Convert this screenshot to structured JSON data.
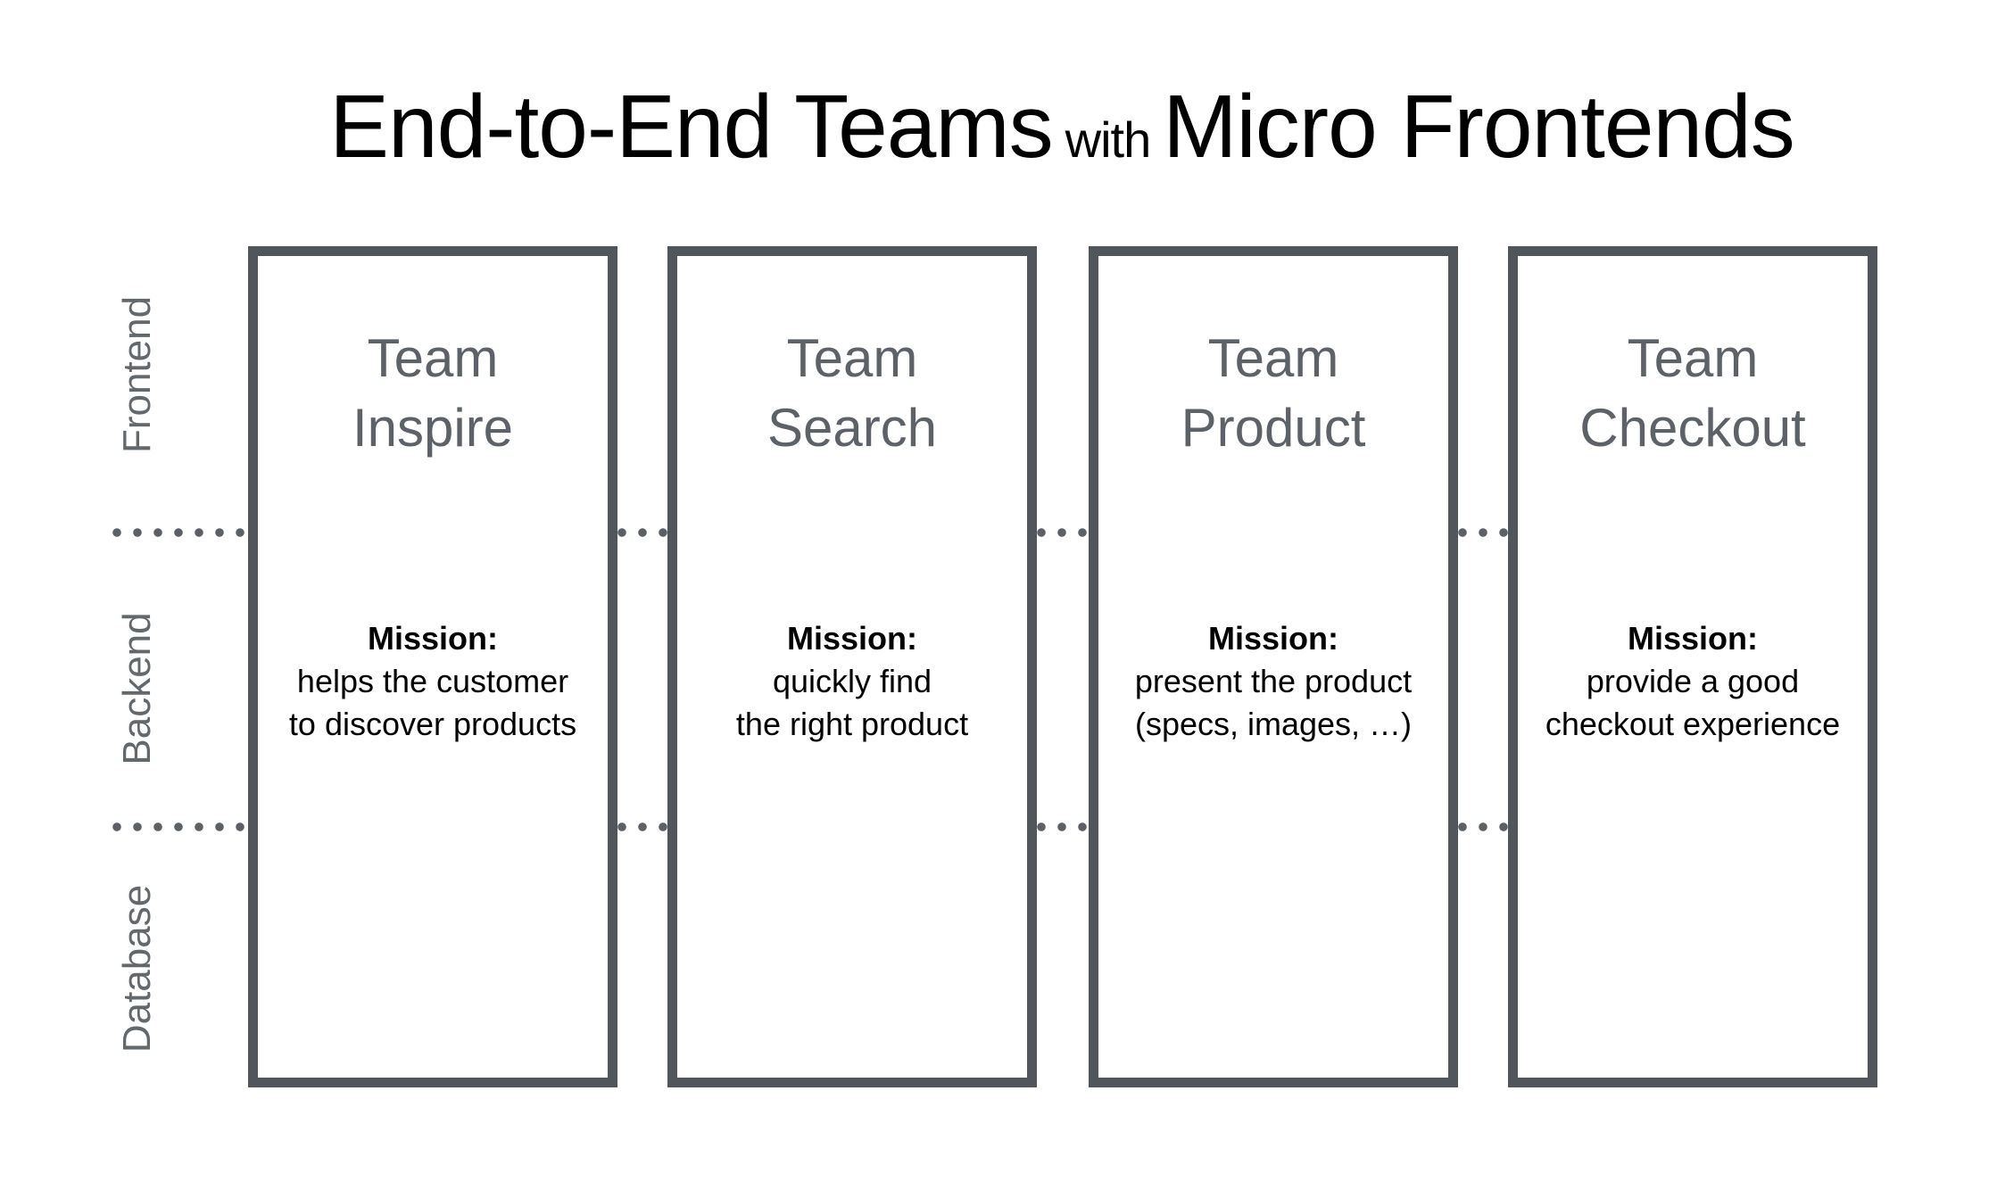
{
  "title": {
    "part1": "End-to-End Teams",
    "part2": "with",
    "part3": "Micro Frontends"
  },
  "layers": [
    {
      "label": "Frontend"
    },
    {
      "label": "Backend"
    },
    {
      "label": "Database"
    }
  ],
  "teams": [
    {
      "name_line1": "Team",
      "name_line2": "Inspire",
      "mission_label": "Mission:",
      "mission_line1": "helps the customer",
      "mission_line2": "to discover products"
    },
    {
      "name_line1": "Team",
      "name_line2": "Search",
      "mission_label": "Mission:",
      "mission_line1": "quickly find",
      "mission_line2": "the right product"
    },
    {
      "name_line1": "Team",
      "name_line2": "Product",
      "mission_label": "Mission:",
      "mission_line1": "present the product",
      "mission_line2": "(specs, images, …)"
    },
    {
      "name_line1": "Team",
      "name_line2": "Checkout",
      "mission_label": "Mission:",
      "mission_line1": "provide a good",
      "mission_line2": "checkout experience"
    }
  ],
  "colors": {
    "background": "#FFFFFF",
    "title_text": "#000000",
    "box_border": "#51565D",
    "team_name_gray": "#5C6268",
    "layer_label_gray": "#63686D",
    "dot_gray": "#5B6167",
    "mission_text": "#000000"
  }
}
